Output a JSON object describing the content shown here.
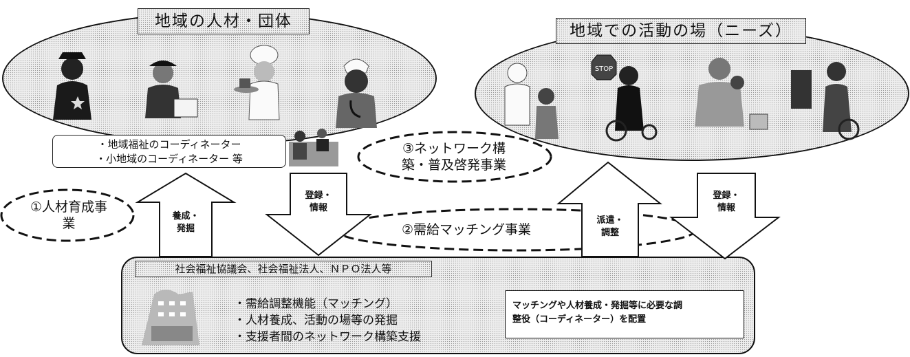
{
  "left_group": {
    "title": "地域の人材・団体",
    "coordinators": [
      "・地域福祉のコーディネーター",
      "・小地域のコーディネーター 等"
    ]
  },
  "right_group": {
    "title": "地域での活動の場（ニーズ）"
  },
  "projects": {
    "network": [
      "③ネットワーク構",
      "築・普及啓発事業"
    ],
    "training": [
      "①人材育成事",
      "業"
    ],
    "matching": "②需給マッチング事業"
  },
  "arrows": {
    "nurture": [
      "養成・",
      "発掘"
    ],
    "register_left": [
      "登録・",
      "情報"
    ],
    "dispatch": [
      "派遣・",
      "調整"
    ],
    "register_right": [
      "登録・",
      "情報"
    ]
  },
  "org": {
    "title": "社会福祉協議会、社会福祉法人、ＮＰＯ法人等",
    "functions": [
      "・需給調整機能（マッチング）",
      "・人材養成、活動の場等の発掘",
      "・支援者間のネットワーク構築支援"
    ],
    "note": [
      "マッチングや人材養成・発掘等に必要な調",
      "整役（コーディネーター）を配置"
    ]
  }
}
